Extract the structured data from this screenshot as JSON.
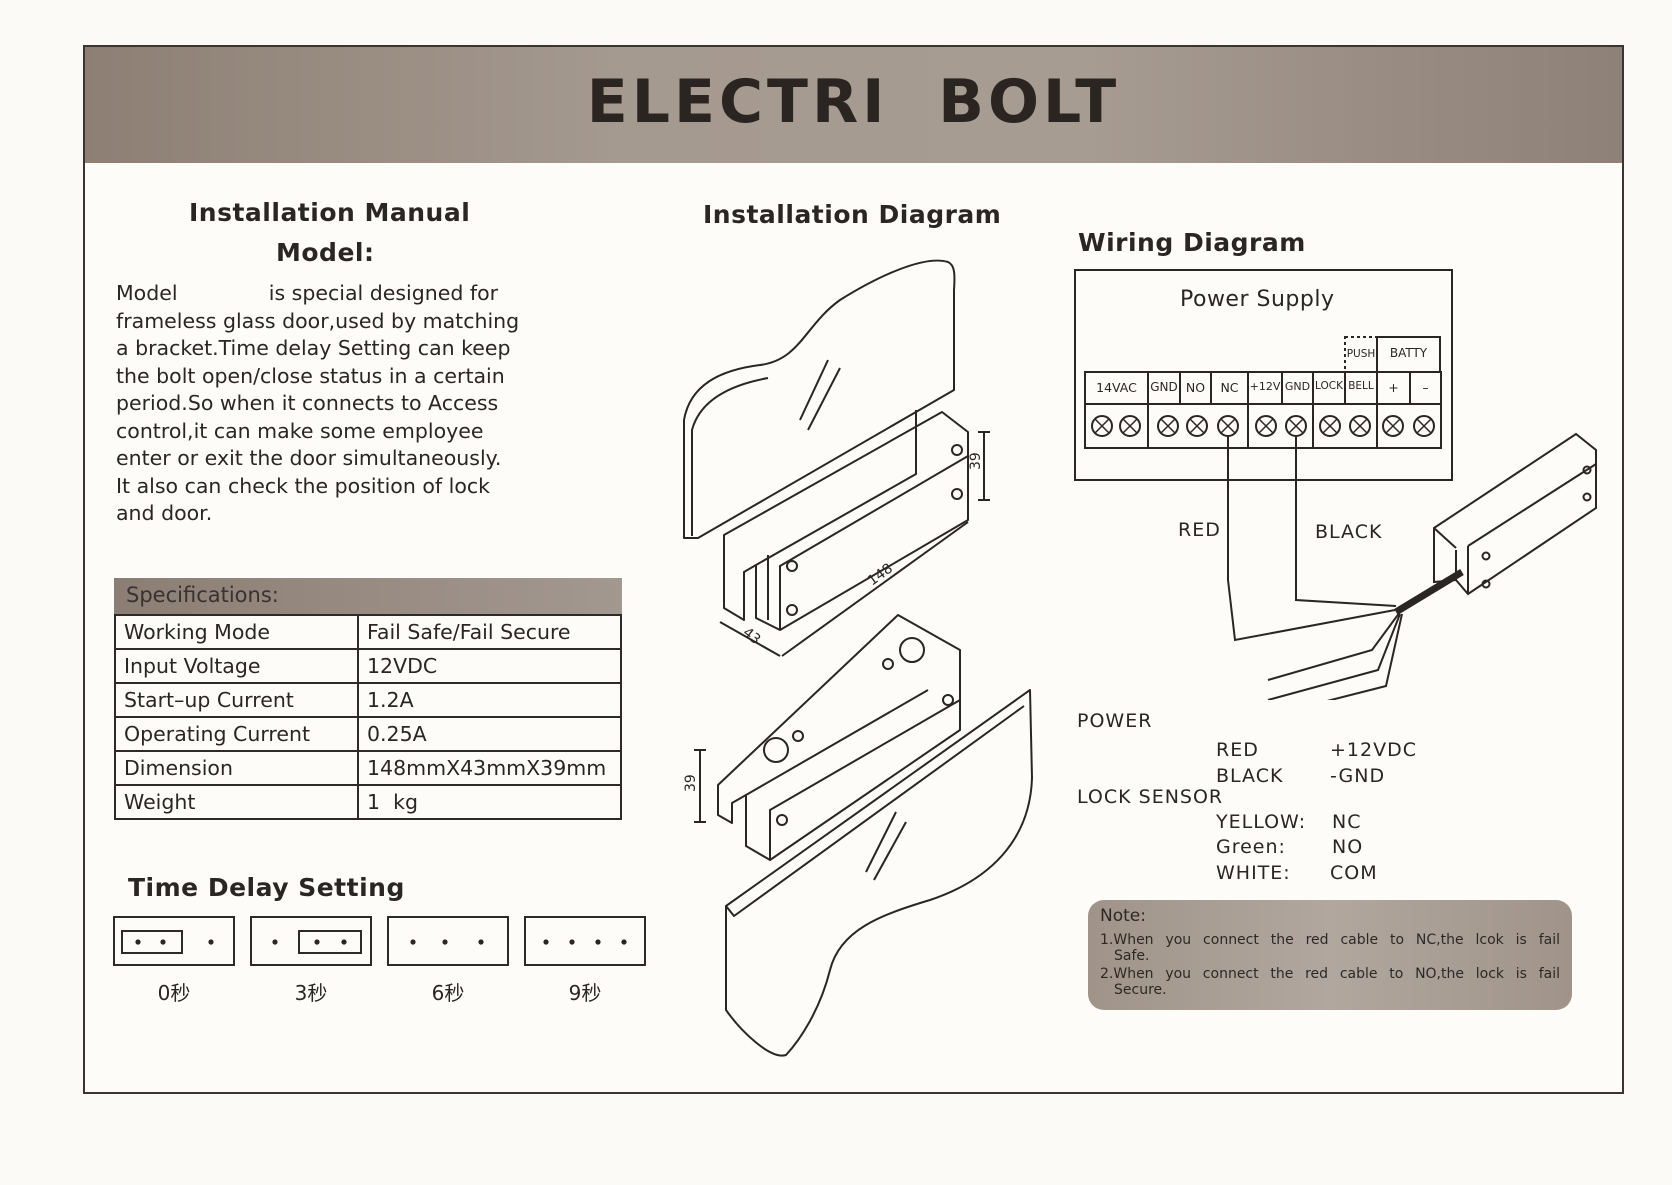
{
  "title": "ELECTRI  BOLT",
  "manual": {
    "heading": "Installation Manual",
    "model_label": "Model:",
    "paragraph_lines": [
      "Model              is special designed for",
      "frameless glass door,used by matching",
      "a bracket.Time delay Setting can keep",
      "the bolt open/close status in a certain",
      "period.So when it connects to Access",
      "control,it can make some employee",
      "enter or exit the door simultaneously.",
      "It also can check the position of lock",
      "and door."
    ]
  },
  "specifications": {
    "heading": "Specifications:",
    "rows": [
      {
        "key": "Working Mode",
        "value": "Fail Safe/Fail Secure"
      },
      {
        "key": "Input Voltage",
        "value": "12VDC"
      },
      {
        "key": "Start–up Current",
        "value": "1.2A"
      },
      {
        "key": "Operating Current",
        "value": "0.25A"
      },
      {
        "key": "Dimension",
        "value": "148mmX43mmX39mm"
      },
      {
        "key": "Weight",
        "value": "1  kg"
      }
    ]
  },
  "time_delay": {
    "heading": "Time Delay Setting",
    "settings": [
      {
        "label": "0秒",
        "jumper": "left"
      },
      {
        "label": "3秒",
        "jumper": "right"
      },
      {
        "label": "6秒",
        "jumper": "none"
      },
      {
        "label": "9秒",
        "jumper": "none"
      }
    ]
  },
  "installation_diagram": {
    "heading": "Installation Diagram",
    "dim_height": "39",
    "dim_length": "148",
    "dim_width": "43",
    "dim_height_lower": "39"
  },
  "wiring": {
    "heading": "Wiring Diagram",
    "power_supply": "Power Supply",
    "push_label": "PUSH",
    "batty_label": "BATTY",
    "terminals": [
      "14VAC",
      "GND",
      "NO",
      "NC",
      "+12V",
      "GND",
      "LOCK",
      "BELL",
      "+",
      "–"
    ],
    "red_label": "RED",
    "black_label": "BLACK",
    "power": {
      "label": "POWER",
      "rows": [
        {
          "color": "RED",
          "value": "+12VDC"
        },
        {
          "color": "BLACK",
          "value": "-GND"
        }
      ]
    },
    "lock_sensor": {
      "label": "LOCK SENSOR",
      "rows": [
        {
          "color": "YELLOW:",
          "value": "NC"
        },
        {
          "color": "Green:",
          "value": "NO"
        },
        {
          "color": "WHITE:",
          "value": "COM"
        }
      ]
    }
  },
  "note": {
    "title": "Note:",
    "line1": "1.When you connect the red cable to NC,the lcok is fail",
    "line1_cont": "Safe.",
    "line2": "2.When you connect the red cable to NO,the lock is fail",
    "line2_cont": "Secure."
  }
}
